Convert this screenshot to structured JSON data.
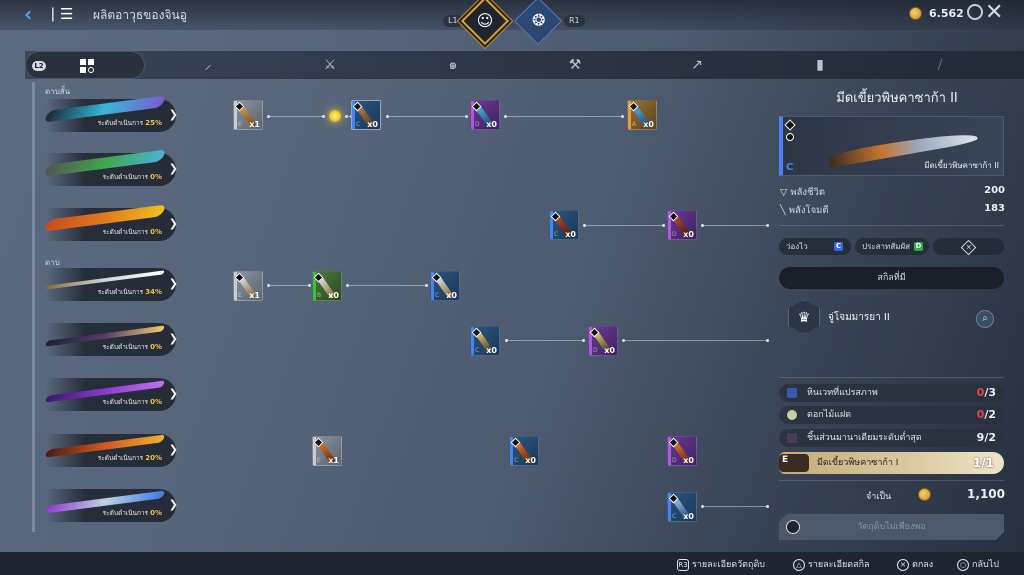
{
  "header": {
    "title": "ผลิตอาวุธของจินอู",
    "back_icon": "chevron-left-icon",
    "mode_tabs": [
      {
        "key": "L1",
        "icon": "character-portrait-icon",
        "active": true
      },
      {
        "key": "R1",
        "icon": "shadow-emblem-icon",
        "active": false
      }
    ],
    "gold_amount": "6.562",
    "colors": {
      "accent_blue": "#4aa3ff",
      "active_tab_border": "#e0a020"
    }
  },
  "category_bar": {
    "all_key": "L2",
    "categories": [
      {
        "icon": "all-grid-icon"
      },
      {
        "icon": "short-sword-icon"
      },
      {
        "icon": "long-sword-icon"
      },
      {
        "icon": "claw-icon"
      },
      {
        "icon": "axe-icon"
      },
      {
        "icon": "spear-icon"
      },
      {
        "icon": "shield-icon"
      },
      {
        "icon": "staff-icon"
      }
    ]
  },
  "sections": [
    {
      "label": "ดาบสั้น"
    },
    {
      "label": "ดาบ"
    }
  ],
  "weapons": [
    {
      "progress_label": "ระดับดำเนินการ",
      "progress": "25%"
    },
    {
      "progress_label": "ระดับดำเนินการ",
      "progress": "0%"
    },
    {
      "progress_label": "ระดับดำเนินการ",
      "progress": "0%"
    },
    {
      "progress_label": "ระดับดำเนินการ",
      "progress": "34%"
    },
    {
      "progress_label": "ระดับดำเนินการ",
      "progress": "0%"
    },
    {
      "progress_label": "ระดับดำเนินการ",
      "progress": "0%"
    },
    {
      "progress_label": "ระดับดำเนินการ",
      "progress": "20%"
    },
    {
      "progress_label": "ระดับดำเนินการ",
      "progress": "0%"
    }
  ],
  "craft_tree": {
    "row1": [
      {
        "grade": "E",
        "count": "x1"
      },
      {
        "grade": "C",
        "count": "x0"
      },
      {
        "grade": "D",
        "count": "x0"
      },
      {
        "grade": "A",
        "count": "x0"
      }
    ],
    "row3": [
      {
        "grade": "C",
        "count": "x0"
      },
      {
        "grade": "D",
        "count": "x0"
      }
    ],
    "row4": [
      {
        "grade": "E",
        "count": "x1"
      },
      {
        "grade": "B",
        "count": "x0"
      },
      {
        "grade": "C",
        "count": "x0"
      }
    ],
    "row5": [
      {
        "grade": "C",
        "count": "x0"
      },
      {
        "grade": "D",
        "count": "x0"
      }
    ],
    "row7": [
      {
        "grade": "E",
        "count": "x1"
      },
      {
        "grade": "C",
        "count": "x0"
      },
      {
        "grade": "D",
        "count": "x0"
      }
    ],
    "row8": [
      {
        "grade": "C",
        "count": "x0"
      }
    ]
  },
  "detail": {
    "title": "มีดเขี้ยวพิษคาซาก้า II",
    "hero_name": "มีดเขี้ยวพิษคาซาก้า II",
    "grade": "C",
    "stats": [
      {
        "label": "พลังชีวิต",
        "value": "200",
        "icon": "shield-stat-icon"
      },
      {
        "label": "พลังโจมตี",
        "value": "183",
        "icon": "sword-stat-icon"
      }
    ],
    "attributes": [
      {
        "label": "ว่องไว",
        "grade": "C"
      },
      {
        "label": "ประสาทสัมผัส",
        "grade": "D"
      }
    ],
    "skills_header": "สกิลที่มี",
    "skill_name": "จู่โจมมารยา II",
    "materials": [
      {
        "name": "หินเวทที่แปรสภาพ",
        "have": "0",
        "need": "/3"
      },
      {
        "name": "ดอกไม้แฝด",
        "have": "0",
        "need": "/2"
      },
      {
        "name": "ชิ้นส่วนมานาเดียมระดับต่ำสุด",
        "have": "9",
        "need": "/2"
      }
    ],
    "required_weapon": {
      "name": "มีดเขี้ยวพิษคาซาก้า I",
      "grade": "E",
      "count": "1/1"
    },
    "cost_label": "จำเป็น",
    "cost_value": "1,100",
    "craft_button": "วัตถุดิบไม่เพียงพอ"
  },
  "footer": {
    "hints": [
      {
        "key": "R3",
        "label": "รายละเอียดวัตถุดิบ"
      },
      {
        "key": "△",
        "label": "รายละเอียดสกิล"
      },
      {
        "key": "✕",
        "label": "ตกลง"
      },
      {
        "key": "○",
        "label": "กลับไป"
      }
    ]
  }
}
